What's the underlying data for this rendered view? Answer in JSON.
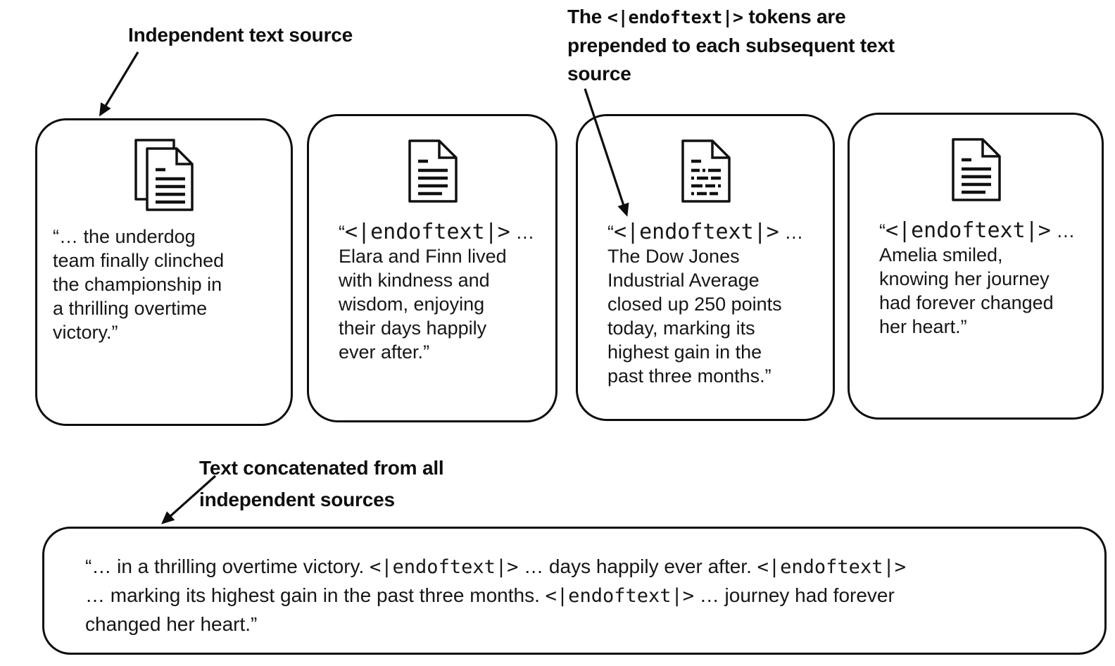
{
  "annotations": {
    "independent_source": {
      "text": "Independent text source"
    },
    "endoftext_note": {
      "pre": "The ",
      "token": "<|endoftext|>",
      "post": " tokens are\nprepended to each subsequent text\nsource"
    },
    "concatenated": {
      "text": "Text concatenated from all\nindependent sources"
    }
  },
  "cards": [
    {
      "icon": "documents-stacked-icon",
      "pre": "“… the underdog\nteam finally clinched\nthe championship in\na thrilling overtime\nvictory.”",
      "token": "",
      "post": ""
    },
    {
      "icon": "document-icon",
      "pre": "“",
      "token": "<|endoftext|>",
      "post": " …\nElara and Finn lived\nwith kindness and\nwisdom, enjoying\ntheir days happily\never after.”"
    },
    {
      "icon": "document-dashed-lines-icon",
      "pre": "“",
      "token": "<|endoftext|>",
      "post": " …\nThe Dow Jones\nIndustrial Average\nclosed up 250 points\ntoday, marking its\nhighest gain in the\npast three months.”"
    },
    {
      "icon": "document-icon",
      "pre": "“",
      "token": "<|endoftext|>",
      "post": " …\nAmelia smiled,\nknowing her journey\nhad forever changed\nher heart.”"
    }
  ],
  "concat_box": {
    "segments": [
      {
        "text": "“… in a thrilling overtime victory. ",
        "mono": false
      },
      {
        "text": "<|endoftext|>",
        "mono": true
      },
      {
        "text": " … days happily ever after. ",
        "mono": false
      },
      {
        "text": "<|endoftext|>",
        "mono": true
      },
      {
        "text": "\n… marking its highest gain in the past three months. ",
        "mono": false
      },
      {
        "text": "<|endoftext|>",
        "mono": true
      },
      {
        "text": " … journey had forever\nchanged her heart.”",
        "mono": false
      }
    ]
  },
  "colors": {
    "ink": "#111111",
    "background": "#ffffff"
  }
}
